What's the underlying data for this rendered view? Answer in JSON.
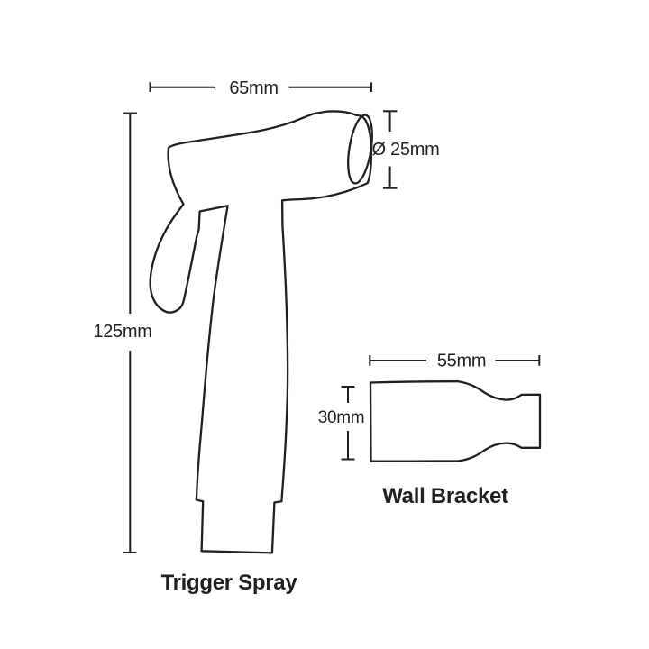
{
  "colors": {
    "line": "#231f20",
    "background": "#ffffff"
  },
  "trigger_spray": {
    "label": "Trigger Spray",
    "dimensions": {
      "width": "65mm",
      "nozzle_diameter": "Ø 25mm",
      "height": "125mm"
    }
  },
  "wall_bracket": {
    "label": "Wall Bracket",
    "dimensions": {
      "width": "55mm",
      "height": "30mm"
    }
  }
}
